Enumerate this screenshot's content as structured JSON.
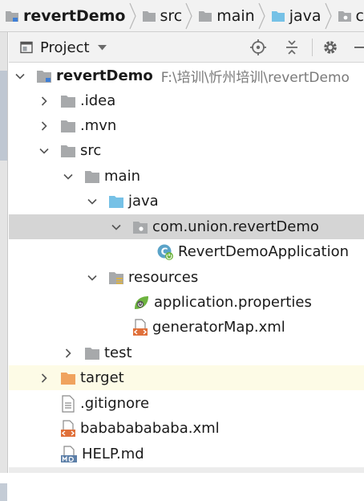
{
  "breadcrumb": {
    "items": [
      {
        "label": "revertDemo",
        "icon": "module-folder-icon"
      },
      {
        "label": "src",
        "icon": "folder-icon"
      },
      {
        "label": "main",
        "icon": "folder-icon"
      },
      {
        "label": "java",
        "icon": "source-folder-icon"
      },
      {
        "label": "com",
        "icon": "package-icon"
      }
    ]
  },
  "panel": {
    "title": "Project",
    "icons": [
      "project-view-icon",
      "dropdown-icon",
      "locate-icon",
      "collapse-all-icon",
      "settings-gear-icon",
      "minimize-icon"
    ]
  },
  "tree": {
    "rows": [
      {
        "label": "revertDemo",
        "path": "F:\\培训\\忻州培训\\revertDemo",
        "icon": "module-folder-icon",
        "expanded": true
      },
      {
        "label": ".idea",
        "icon": "folder-icon",
        "expanded": false
      },
      {
        "label": ".mvn",
        "icon": "folder-icon",
        "expanded": false
      },
      {
        "label": "src",
        "icon": "folder-icon",
        "expanded": true
      },
      {
        "label": "main",
        "icon": "folder-icon",
        "expanded": true
      },
      {
        "label": "java",
        "icon": "source-folder-icon",
        "expanded": true
      },
      {
        "label": "com.union.revertDemo",
        "icon": "package-icon",
        "expanded": true,
        "selected": true
      },
      {
        "label": "RevertDemoApplication",
        "icon": "spring-boot-class-icon"
      },
      {
        "label": "resources",
        "icon": "resources-folder-icon",
        "expanded": true
      },
      {
        "label": "application.properties",
        "icon": "spring-properties-icon"
      },
      {
        "label": "generatorMap.xml",
        "icon": "xml-file-icon"
      },
      {
        "label": "test",
        "icon": "folder-icon",
        "expanded": false
      },
      {
        "label": "target",
        "icon": "excluded-folder-icon",
        "expanded": false,
        "highlight": true
      },
      {
        "label": ".gitignore",
        "icon": "text-file-icon"
      },
      {
        "label": "babababababa.xml",
        "icon": "xml-file-icon"
      },
      {
        "label": "HELP.md",
        "icon": "markdown-file-icon"
      }
    ]
  },
  "colors": {
    "selection": "#d5d5d5",
    "highlight": "#fdfbe6",
    "folder": "#a7a9ab",
    "source_folder": "#76c1e6",
    "excluded_folder": "#f0a35e",
    "spring": "#6db33f"
  }
}
